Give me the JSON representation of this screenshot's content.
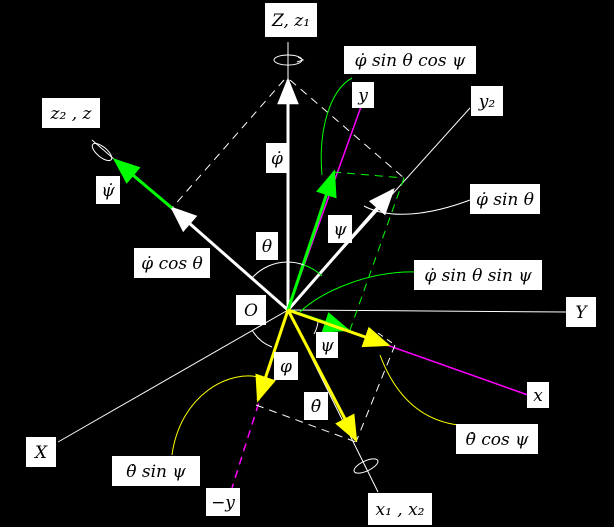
{
  "labels": {
    "Z_z1": "Z, z₁",
    "phidot_sin_theta_cos_psi": "φ̇ sin θ cos ψ",
    "y": "y",
    "y2": "y₂",
    "z2_z": "z₂ , z",
    "phidot": "φ̇",
    "psidot": "ψ̇",
    "phidot_sin_theta": "φ̇ sin θ",
    "theta": "θ",
    "psi_upper": "ψ",
    "phidot_cos_theta": "φ̇ cos θ",
    "phidot_sin_theta_sin_psi": "φ̇ sin θ sin ψ",
    "O": "O",
    "Y": "Y",
    "psi_lower": "ψ",
    "phi": "φ",
    "x": "x",
    "thetadot": "θ̇",
    "X": "X",
    "thetadot_cos_psi": "θ̇ cos ψ",
    "thetadot_sin_psi": "θ̇ sin ψ",
    "minus_y": "−y",
    "x1_x2": "x₁ , x₂"
  },
  "colors": {
    "background": "#000000",
    "axes": "#ffffff",
    "green": "#00ff00",
    "yellow": "#ffff00",
    "magenta": "#ff00ff",
    "label_box": "#ffffff"
  }
}
